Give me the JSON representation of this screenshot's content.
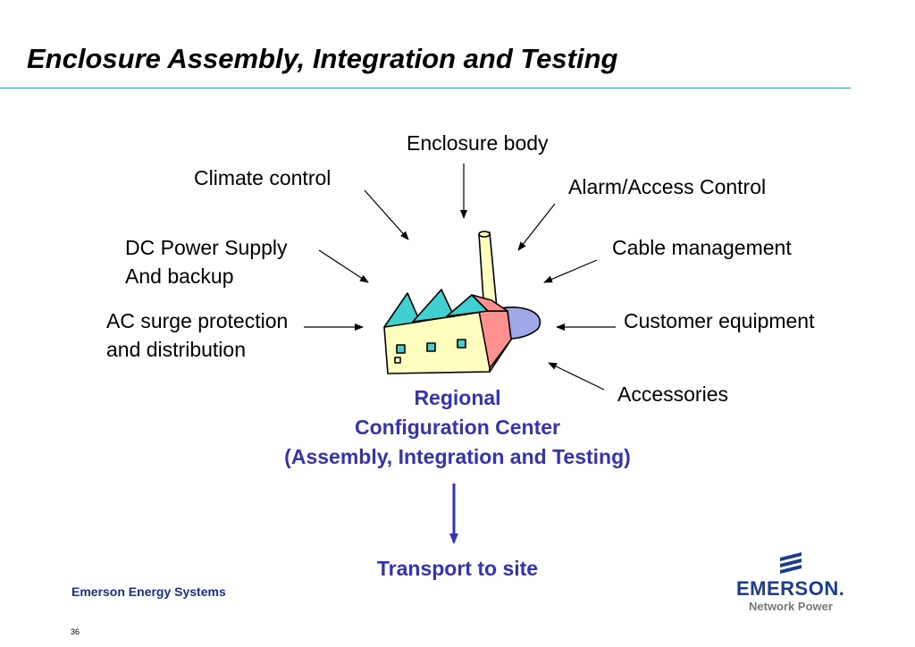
{
  "slide": {
    "title": "Enclosure Assembly, Integration and Testing",
    "page_number": "36",
    "footer": "Emerson Energy Systems"
  },
  "labels": {
    "enclosure_body": "Enclosure body",
    "climate_control": "Climate control",
    "alarm_access": "Alarm/Access Control",
    "dc_power_1": "DC Power Supply",
    "dc_power_2": "And backup",
    "cable_mgmt": "Cable management",
    "ac_surge_1": "AC surge protection",
    "ac_surge_2": "and distribution",
    "customer_equipment": "Customer equipment",
    "accessories": "Accessories"
  },
  "center": {
    "line1": "Regional",
    "line2": "Configuration Center",
    "line3": "(Assembly, Integration and Testing)",
    "transport": "Transport to site"
  },
  "logo": {
    "name": "EMERSON.",
    "subtitle": "Network Power"
  },
  "colors": {
    "accent_blue": "#3333b3",
    "rule_teal": "#3aa6a6",
    "factory_wall": "#ffffc0",
    "roof_cyan": "#40d0d0",
    "roof_pink": "#ff9090",
    "shadow_lavender": "#a0a8e8"
  }
}
